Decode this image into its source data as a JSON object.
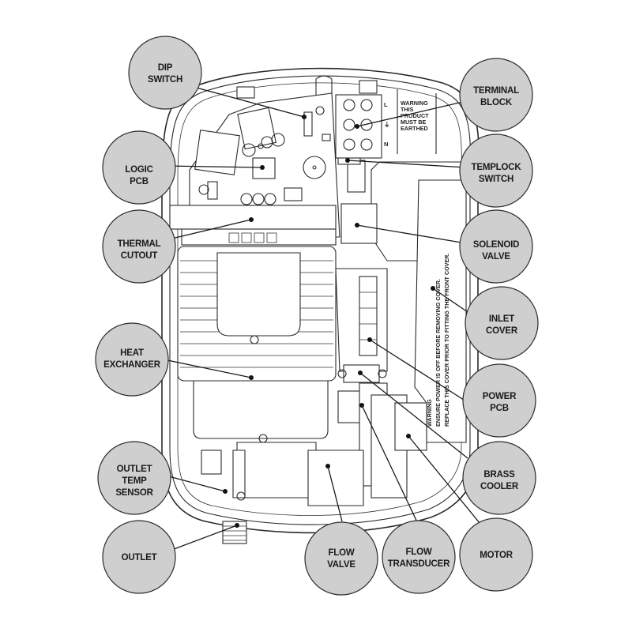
{
  "diagram": {
    "title": "Electric shower internal components",
    "callouts": [
      {
        "id": "dip-switch",
        "lines": [
          "DIP",
          "SWITCH"
        ]
      },
      {
        "id": "terminal-block",
        "lines": [
          "TERMINAL",
          "BLOCK"
        ]
      },
      {
        "id": "logic-pcb",
        "lines": [
          "LOGIC",
          "PCB"
        ]
      },
      {
        "id": "templock-switch",
        "lines": [
          "TEMPLOCK",
          "SWITCH"
        ]
      },
      {
        "id": "thermal-cutout",
        "lines": [
          "THERMAL",
          "CUTOUT"
        ]
      },
      {
        "id": "solenoid-valve",
        "lines": [
          "SOLENOID",
          "VALVE"
        ]
      },
      {
        "id": "inlet-cover",
        "lines": [
          "INLET",
          "COVER"
        ]
      },
      {
        "id": "heat-exchanger",
        "lines": [
          "HEAT",
          "EXCHANGER"
        ]
      },
      {
        "id": "power-pcb",
        "lines": [
          "POWER",
          "PCB"
        ]
      },
      {
        "id": "brass-cooler",
        "lines": [
          "BRASS",
          "COOLER"
        ]
      },
      {
        "id": "outlet-temp-sensor",
        "lines": [
          "OUTLET",
          "TEMP",
          "SENSOR"
        ]
      },
      {
        "id": "outlet",
        "lines": [
          "OUTLET"
        ]
      },
      {
        "id": "flow-valve",
        "lines": [
          "FLOW",
          "VALVE"
        ]
      },
      {
        "id": "flow-transducer",
        "lines": [
          "FLOW",
          "TRANSDUCER"
        ]
      },
      {
        "id": "motor",
        "lines": [
          "MOTOR"
        ]
      }
    ],
    "earth_warning": [
      "WARNING",
      "THIS",
      "PRODUCT",
      "MUST BE",
      "EARTHED"
    ],
    "cover_warning": {
      "heading": "WARNING",
      "line1": "ENSURE POWER IS OFF BEFORE REMOVING COVER.",
      "line2": "REPLACE THIS COVER PRIOR TO FITTING THE FRONT COVER."
    },
    "terminal_marks": {
      "live": "L",
      "neutral": "N",
      "earth": "⏚"
    }
  }
}
